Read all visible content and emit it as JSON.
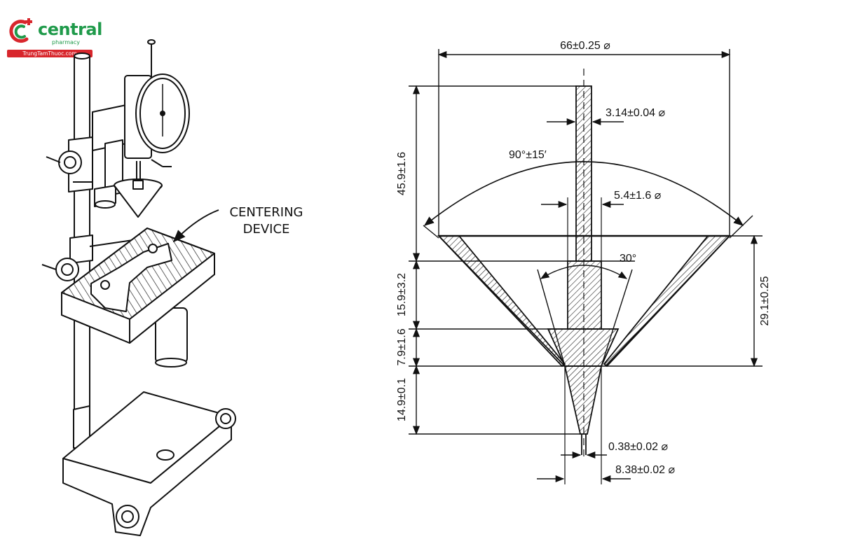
{
  "logo": {
    "name": "central",
    "sub": "pharmacy",
    "banner": "TrungTamThuoc.com",
    "colors": {
      "green": "#1f9a4a",
      "red": "#d8262c"
    }
  },
  "left_figure": {
    "callout": [
      "CENTERING",
      "DEVICE"
    ]
  },
  "right_figure": {
    "dims": {
      "top_diameter": "66±0.25 ⌀",
      "rod_diameter": "3.14±0.04 ⌀",
      "cone_angle": "90°±15′",
      "rod_holder_diameter": "5.4±1.6 ⌀",
      "tip_angle": "30°",
      "total_height": "45.9±1.6",
      "cone_height": "29.1±0.25",
      "holder_height": "15.9±3.2",
      "mid_height": "7.9±1.6",
      "tip_height": "14.9±0.1",
      "tip_small_diameter": "0.38±0.02 ⌀",
      "tip_large_diameter": "8.38±0.02 ⌀"
    }
  }
}
